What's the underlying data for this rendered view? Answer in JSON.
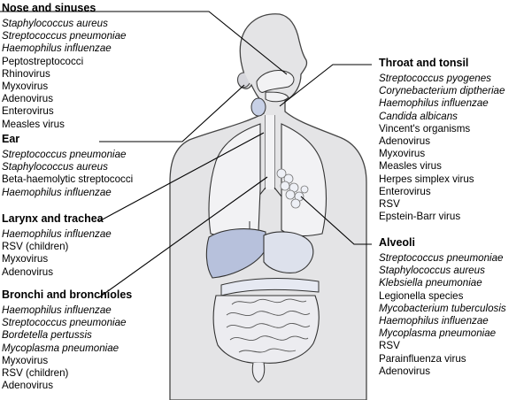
{
  "groups": [
    {
      "key": "nose",
      "title": "Nose and sinuses",
      "items": [
        {
          "text": "Staphylococcus aureus",
          "italic": true
        },
        {
          "text": "Streptococcus pneumoniae",
          "italic": true
        },
        {
          "text": "Haemophilus influenzae",
          "italic": true
        },
        {
          "text": "Peptostreptococci",
          "italic": false
        },
        {
          "text": "Rhinovirus",
          "italic": false
        },
        {
          "text": "Myxovirus",
          "italic": false
        },
        {
          "text": "Adenovirus",
          "italic": false
        },
        {
          "text": "Enterovirus",
          "italic": false
        },
        {
          "text": "Measles virus",
          "italic": false
        }
      ]
    },
    {
      "key": "ear",
      "title": "Ear",
      "items": [
        {
          "text": "Streptococcus pneumoniae",
          "italic": true
        },
        {
          "text": "Staphylococcus aureus",
          "italic": true
        },
        {
          "text": "Beta-haemolytic streptococci",
          "italic": false
        },
        {
          "text": "Haemophilus influenzae",
          "italic": true
        }
      ]
    },
    {
      "key": "larynx",
      "title": "Larynx and trachea",
      "items": [
        {
          "text": "Haemophilus influenzae",
          "italic": true
        },
        {
          "text": "RSV (children)",
          "italic": false
        },
        {
          "text": "Myxovirus",
          "italic": false
        },
        {
          "text": "Adenovirus",
          "italic": false
        }
      ]
    },
    {
      "key": "bronchi",
      "title": "Bronchi and bronchioles",
      "items": [
        {
          "text": "Haemophilus influenzae",
          "italic": true
        },
        {
          "text": "Streptococcus pneumoniae",
          "italic": true
        },
        {
          "text": "Bordetella pertussis",
          "italic": true
        },
        {
          "text": "Mycoplasma pneumoniae",
          "italic": true
        },
        {
          "text": "Myxovirus",
          "italic": false
        },
        {
          "text": "RSV (children)",
          "italic": false
        },
        {
          "text": "Adenovirus",
          "italic": false
        }
      ]
    },
    {
      "key": "throat",
      "title": "Throat and tonsil",
      "items": [
        {
          "text": "Streptococcus pyogenes",
          "italic": true
        },
        {
          "text": "Corynebacterium diptheriae",
          "italic": true
        },
        {
          "text": "Haemophilus influenzae",
          "italic": true
        },
        {
          "text": "Candida albicans",
          "italic": true
        },
        {
          "text": "Vincent's organisms",
          "italic": false
        },
        {
          "text": "Adenovirus",
          "italic": false
        },
        {
          "text": "Myxovirus",
          "italic": false
        },
        {
          "text": "Measles virus",
          "italic": false
        },
        {
          "text": "Herpes simplex virus",
          "italic": false
        },
        {
          "text": "Enterovirus",
          "italic": false
        },
        {
          "text": "RSV",
          "italic": false
        },
        {
          "text": "Epstein-Barr virus",
          "italic": false
        }
      ]
    },
    {
      "key": "alveoli",
      "title": "Alveoli",
      "items": [
        {
          "text": "Streptococcus pneumoniae",
          "italic": true
        },
        {
          "text": "Staphylococcus aureus",
          "italic": true
        },
        {
          "text": "Klebsiella pneumoniae",
          "italic": true
        },
        {
          "text": "Legionella species",
          "italic": false
        },
        {
          "text": "Mycobacterium tuberculosis",
          "italic": true
        },
        {
          "text": "Haemophilus influenzae",
          "italic": true
        },
        {
          "text": "Mycoplasma pneumoniae",
          "italic": true
        },
        {
          "text": "RSV",
          "italic": false
        },
        {
          "text": "Parainfluenza virus",
          "italic": false
        },
        {
          "text": "Adenovirus",
          "italic": false
        }
      ]
    }
  ],
  "colors": {
    "body_fill": "#e4e4e6",
    "organ_fill": "#f2f2f4",
    "blue_fill": "#b7c1dc",
    "tonsil_fill": "#c7d0e6",
    "line": "#000000",
    "organ_line": "#333333"
  }
}
